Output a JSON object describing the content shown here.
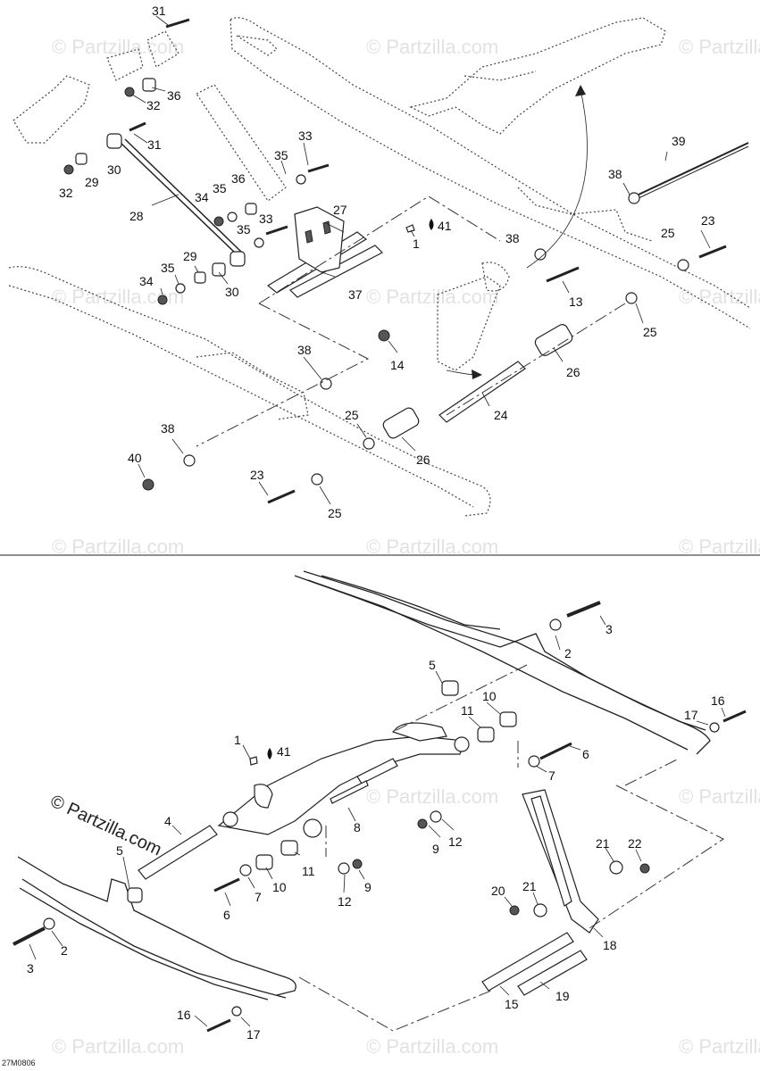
{
  "diagram": {
    "watermark": "© Partzilla.com",
    "brand_watermark": "© Partzilla.com",
    "drawing_code": "27M0806",
    "oil_symbol_label": "41",
    "top_labels": [
      "31",
      "36",
      "32",
      "31",
      "30",
      "29",
      "32",
      "28",
      "35",
      "33",
      "35",
      "36",
      "34",
      "35",
      "33",
      "27",
      "41",
      "1",
      "29",
      "35",
      "34",
      "30",
      "37",
      "38",
      "39",
      "38",
      "23",
      "25",
      "13",
      "25",
      "38",
      "14",
      "26",
      "24",
      "38",
      "25",
      "40",
      "26",
      "23",
      "25"
    ],
    "bottom_labels": [
      "3",
      "2",
      "5",
      "16",
      "17",
      "10",
      "11",
      "1",
      "41",
      "6",
      "7",
      "4",
      "8",
      "5",
      "9",
      "12",
      "21",
      "22",
      "11",
      "10",
      "9",
      "7",
      "12",
      "6",
      "20",
      "21",
      "18",
      "3",
      "2",
      "15",
      "19",
      "16",
      "17"
    ]
  }
}
